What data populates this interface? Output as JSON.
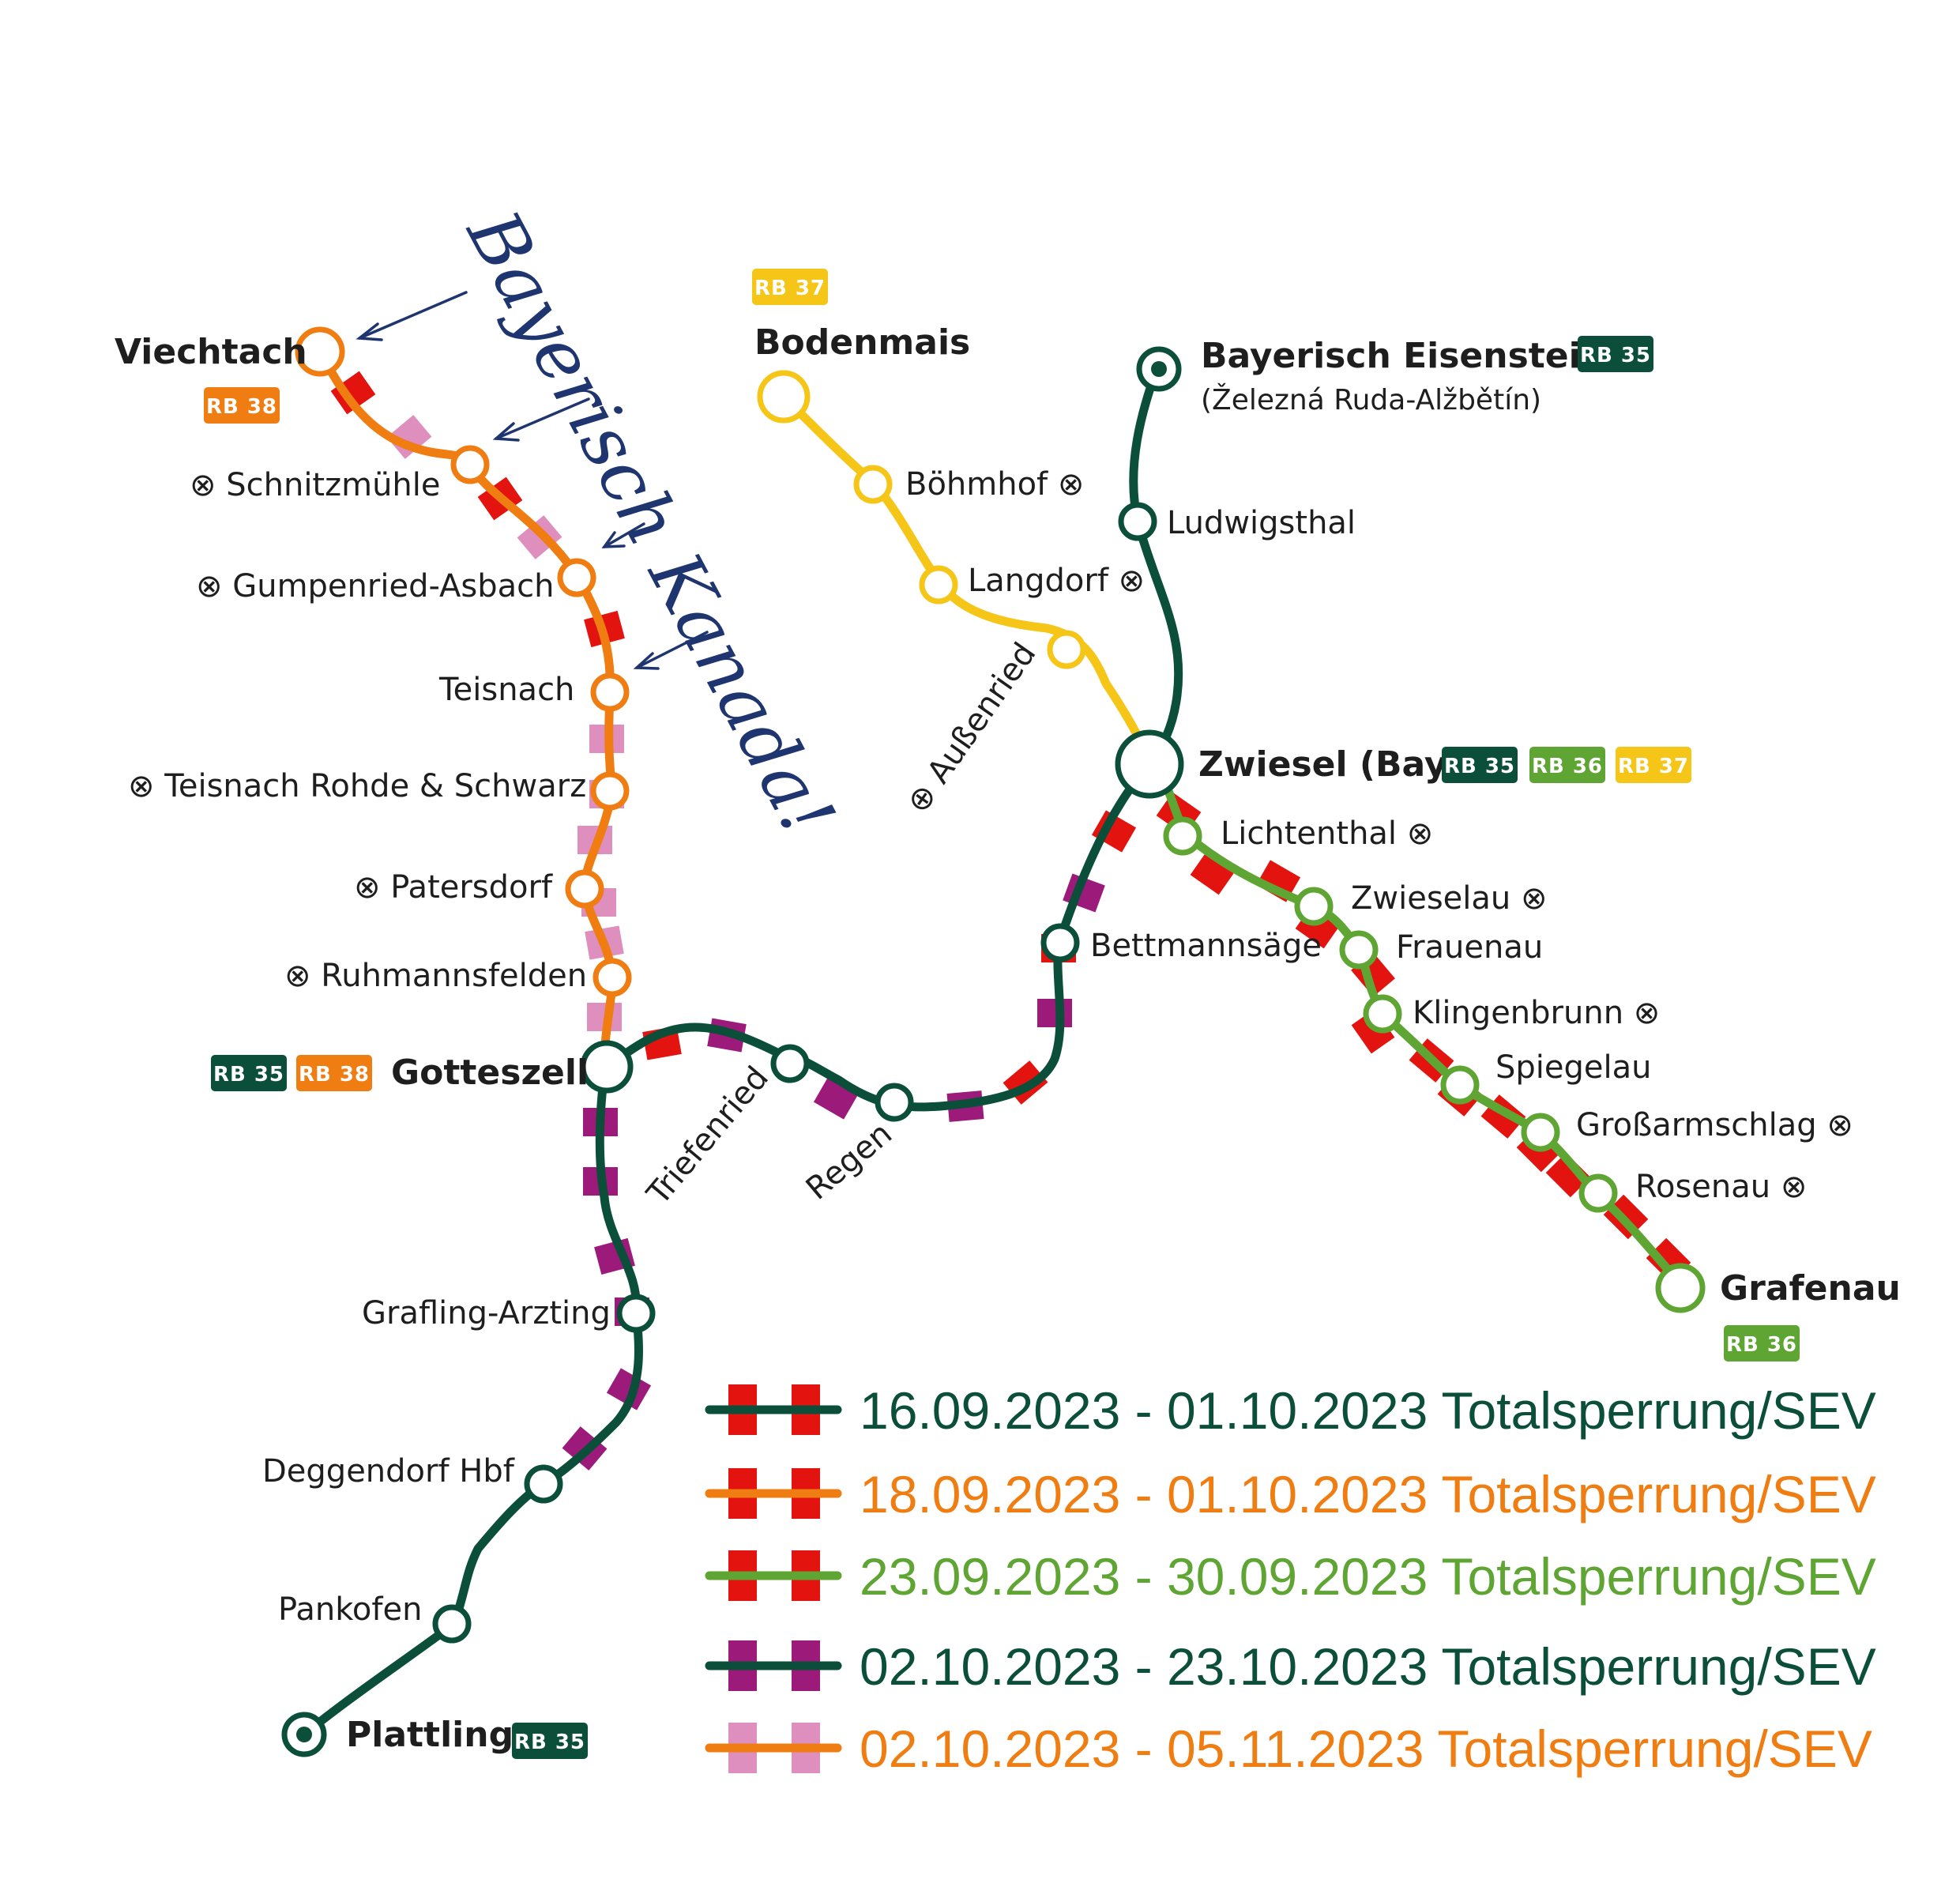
{
  "colors": {
    "rb35": "#0b4f3a",
    "rb36": "#5fa533",
    "rb37": "#f5c518",
    "rb38": "#ef7d11",
    "closure_red": "#e3140f",
    "closure_purple": "#9c1a7a",
    "closure_pink": "#de8fbe",
    "annotation": "#1f3570"
  },
  "annotation": {
    "text": "Bayerisch Kanada!"
  },
  "lines": [
    {
      "id": "RB 35",
      "color": "#0b4f3a"
    },
    {
      "id": "RB 36",
      "color": "#5fa533"
    },
    {
      "id": "RB 37",
      "color": "#f5c518"
    },
    {
      "id": "RB 38",
      "color": "#ef7d11"
    }
  ],
  "stations": {
    "viechtach": {
      "name": "Viechtach",
      "badges": [
        "RB 38"
      ]
    },
    "schnitzmuehle": {
      "name": "⊗ Schnitzmühle"
    },
    "gumpenried": {
      "name": "⊗ Gumpenried-Asbach"
    },
    "teisnach": {
      "name": "Teisnach"
    },
    "teisnach_rs": {
      "name": "⊗ Teisnach Rohde & Schwarz"
    },
    "patersdorf": {
      "name": "⊗ Patersdorf"
    },
    "ruhmannsfelden": {
      "name": "⊗ Ruhmannsfelden"
    },
    "gotteszell": {
      "name": "Gotteszell",
      "badges": [
        "RB 35",
        "RB 38"
      ]
    },
    "bodenmais": {
      "name": "Bodenmais",
      "badges": [
        "RB 37"
      ]
    },
    "boehmhof": {
      "name": "Böhmhof ⊗"
    },
    "langdorf": {
      "name": "Langdorf ⊗"
    },
    "aussenried": {
      "name": "⊕ Außenried"
    },
    "bayerisch_eisenstein": {
      "name": "Bayerisch Eisenstein",
      "subname": "(Železná Ruda-Alžbětín)",
      "badges": [
        "RB 35"
      ]
    },
    "ludwigsthal": {
      "name": "Ludwigsthal"
    },
    "zwiesel": {
      "name": "Zwiesel (Bay)",
      "badges": [
        "RB 35",
        "RB 36",
        "RB 37"
      ]
    },
    "lichtenthal": {
      "name": "Lichtenthal ⊗"
    },
    "zwieselau": {
      "name": "Zwieselau ⊗"
    },
    "frauenau": {
      "name": "Frauenau"
    },
    "klingenbrunn": {
      "name": "Klingenbrunn ⊗"
    },
    "spiegelau": {
      "name": "Spiegelau"
    },
    "grossarmschlag": {
      "name": "Großarmschlag ⊗"
    },
    "rosenau": {
      "name": "Rosenau ⊗"
    },
    "grafenau": {
      "name": "Grafenau",
      "badges": [
        "RB 36"
      ]
    },
    "bettmannsaege": {
      "name": "Bettmannsäge"
    },
    "regen": {
      "name": "Regen"
    },
    "triefenried": {
      "name": "Triefenried"
    },
    "grafling": {
      "name": "Grafling-Arzting"
    },
    "deggendorf": {
      "name": "Deggendorf Hbf"
    },
    "pankofen": {
      "name": "Pankofen"
    },
    "plattling": {
      "name": "Plattling",
      "badges": [
        "RB 35"
      ]
    }
  },
  "legend": [
    {
      "text": "16.09.2023 - 01.10.2023 Totalsperrung/SEV",
      "line_color": "#0b4f3a",
      "mark_color": "#e3140f",
      "text_color": "#0b4f3a"
    },
    {
      "text": "18.09.2023 - 01.10.2023 Totalsperrung/SEV",
      "line_color": "#ef7d11",
      "mark_color": "#e3140f",
      "text_color": "#ef7d11"
    },
    {
      "text": "23.09.2023 - 30.09.2023 Totalsperrung/SEV",
      "line_color": "#5fa533",
      "mark_color": "#e3140f",
      "text_color": "#5fa533"
    },
    {
      "text": "02.10.2023 - 23.10.2023 Totalsperrung/SEV",
      "line_color": "#0b4f3a",
      "mark_color": "#9c1a7a",
      "text_color": "#0b4f3a"
    },
    {
      "text": "02.10.2023 - 05.11.2023 Totalsperrung/SEV",
      "line_color": "#ef7d11",
      "mark_color": "#de8fbe",
      "text_color": "#ef7d11"
    }
  ]
}
